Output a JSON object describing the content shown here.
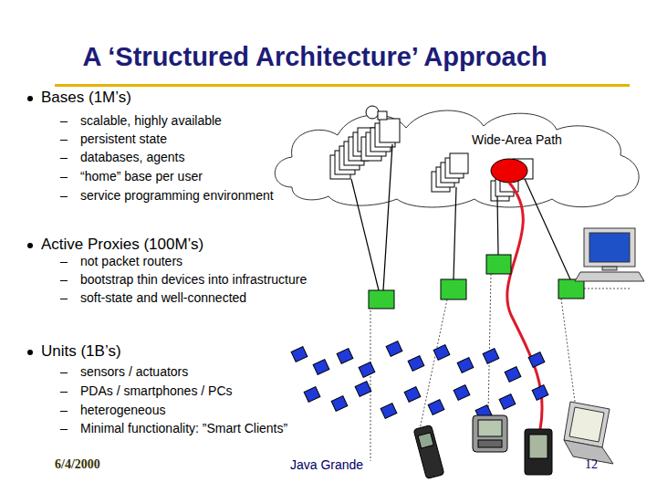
{
  "diagram": {
    "title": "A ‘Structured Architecture’ Approach",
    "nodes": [
      {
        "text": [
          "Wide-Area Path"
        ]
      }
    ],
    "labels": [
      "Bases (1M’s)",
      "scalable, highly available",
      "persistent state",
      "databases, agents",
      "“home” base per user",
      "service programming environment",
      "Active Proxies (100M’s)",
      "not packet routers",
      "bootstrap thin devices into infrastructure",
      "soft-state and well-connected",
      "Units (1B’s)",
      "sensors / actuators",
      "PDAs / smartphones / PCs",
      "heterogeneous",
      "Minimal functionality: ”Smart Clients”",
      "6/4/2000",
      "Java Grande",
      "12"
    ]
  }
}
